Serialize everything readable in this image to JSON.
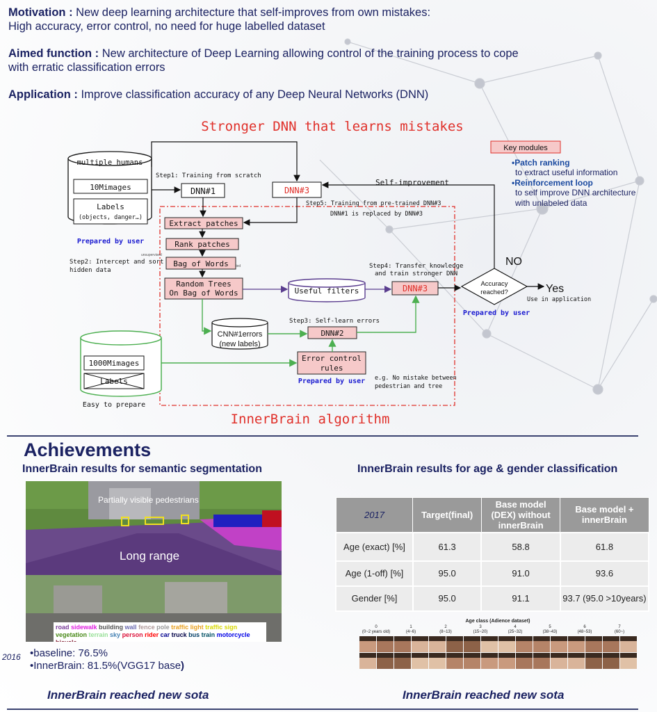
{
  "header": {
    "motivation_label": "Motivation :",
    "motivation_line1": "New deep learning architecture that self-improves from own mistakes:",
    "motivation_line2": "High accuracy, error control, no need for huge labelled dataset",
    "aimed_label": "Aimed function :",
    "aimed_line1": "New architecture of Deep Learning allowing control of the training process to cope",
    "aimed_line2": "with erratic classification errors",
    "application_label": "Application :",
    "application_text": "Improve classification accuracy of any Deep Neural Networks (DNN)"
  },
  "diagram": {
    "title": "Stronger DNN that learns mistakes",
    "subtitle": "InnerBrain algorithm",
    "db1": {
      "title": "multiple humans",
      "box1": "10Mimages",
      "box2": "Labels",
      "box2_sub": "(objects, danger…)",
      "caption": "Prepared by user"
    },
    "db2": {
      "box1": "1000Mimages",
      "box2": "Labels",
      "caption": "Easy to prepare"
    },
    "step1": "Step1: Training from scratch",
    "step2_line1": "Step2: Intercept and sort",
    "step2_line2": "hidden data",
    "step3": "Step3: Self-learn errors",
    "step4_line1": "Step4: Transfer knowledge",
    "step4_line2": "and train stronger DNN",
    "step5_line1": "Step5: Training from pre-trained DNN#3",
    "step5_line2": "DNN#1 is replaced by DNN#3",
    "unsupervised": "unsupervised",
    "applied": "applied",
    "dnn1": "DNN#1",
    "dnn3_top": "DNN#3",
    "dnn3_mid": "DNN#3",
    "dnn2": "DNN#2",
    "extract_patches": "Extract patches",
    "rank_patches": "Rank patches",
    "bag_of_words": "Bag of Words",
    "random_trees_line1": "Random Trees",
    "random_trees_line2": "On Bag of Words",
    "useful_filters": "Useful filters",
    "cnn_errors_line1": "CNN#1errors",
    "cnn_errors_line2": "(new labels)",
    "error_control_line1": "Error control",
    "error_control_line2": "rules",
    "prepared_by_user_rules": "Prepared by user",
    "eg_line1": "e.g. No mistake between",
    "eg_line2": "pedestrian and tree",
    "self_improvement": "Self-improvement",
    "no": "NO",
    "yes": "Yes",
    "use_in_application": "Use in application",
    "accuracy_line1": "Accuracy",
    "accuracy_line2": "reached?",
    "prepared_by_user_acc": "Prepared by user",
    "key_modules": "Key modules",
    "km_patch_title": "•Patch ranking",
    "km_patch_desc": "to extract useful information",
    "km_reinf_title": "•Reinforcement loop",
    "km_reinf_desc1": "to self improve DNN architecture",
    "km_reinf_desc2": "with unlabeled data"
  },
  "achievements": {
    "heading": "Achievements",
    "left_title": "InnerBrain results for semantic segmentation",
    "right_title": "InnerBrain results for age & gender classification",
    "seg_image_label1": "Partially visible pedestrians",
    "seg_image_label2": "Long range",
    "legend": [
      {
        "t": "road",
        "c": "#7a3d9a"
      },
      {
        "t": "sidewalk",
        "c": "#e020e0"
      },
      {
        "t": "building",
        "c": "#555555"
      },
      {
        "t": "wall",
        "c": "#6a6ab0"
      },
      {
        "t": "fence",
        "c": "#b09a9a"
      },
      {
        "t": "pole",
        "c": "#999999"
      },
      {
        "t": "traffic",
        "c": "#e8a020"
      },
      {
        "t": "light",
        "c": "#e8a020"
      },
      {
        "t": "traffic",
        "c": "#d8d800"
      },
      {
        "t": "sign",
        "c": "#d8d800"
      },
      {
        "t": "vegetation",
        "c": "#4a8a1a"
      },
      {
        "t": "terrain",
        "c": "#98e098"
      },
      {
        "t": "sky",
        "c": "#4682b4"
      },
      {
        "t": "person",
        "c": "#dc143c"
      },
      {
        "t": "rider",
        "c": "#ff0000"
      },
      {
        "t": "car",
        "c": "#00008e"
      },
      {
        "t": "truck",
        "c": "#000046"
      },
      {
        "t": "bus",
        "c": "#003c64"
      },
      {
        "t": "train",
        "c": "#005064"
      },
      {
        "t": "motorcycle",
        "c": "#0000e6"
      },
      {
        "t": "bicycle",
        "c": "#770b20"
      }
    ],
    "year": "2016",
    "baseline": "•baseline: 76.5%",
    "innerbrain": "•InnerBrain: 81.5%(VGG17 base",
    "innerbrain_paren": ")",
    "table": {
      "corner": "2017",
      "headers": [
        "Target(final)",
        "Base model (DEX) without innerBrain",
        "Base model + innerBrain"
      ],
      "rows": [
        {
          "label": "Age (exact) [%]",
          "values": [
            "61.3",
            "58.8",
            "61.8"
          ]
        },
        {
          "label": "Age (1-off) [%]",
          "values": [
            "95.0",
            "91.0",
            "93.6"
          ]
        },
        {
          "label": "Gender [%]",
          "values": [
            "95.0",
            "91.1",
            "93.7 (95.0 >10years)"
          ]
        }
      ]
    },
    "age_class_title": "Age class (Adience dataset)",
    "age_classes": [
      {
        "n": "0",
        "r": "(0~2 years old)"
      },
      {
        "n": "1",
        "r": "(4~6)"
      },
      {
        "n": "2",
        "r": "(8~13)"
      },
      {
        "n": "3",
        "r": "(15~20)"
      },
      {
        "n": "4",
        "r": "(25~32)"
      },
      {
        "n": "5",
        "r": "(38~43)"
      },
      {
        "n": "6",
        "r": "(48~53)"
      },
      {
        "n": "7",
        "r": "(60~)"
      }
    ],
    "sota_left": "InnerBrain reached new sota",
    "sota_right": "InnerBrain reached new sota"
  },
  "colors": {
    "navy": "#1b2262",
    "red": "#e0302a",
    "pink_box": "#f6c9c9",
    "green": "#4caf50",
    "purple": "#5a3d8f",
    "blue_prepared": "#1a1ad0"
  }
}
